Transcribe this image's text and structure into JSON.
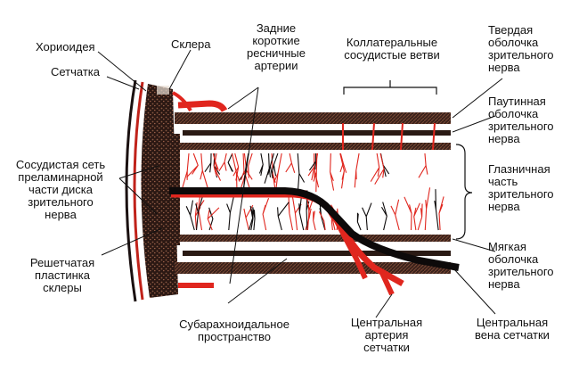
{
  "labels": {
    "choroid": "Хориоидея",
    "sclera": "Склера",
    "posterior_ciliary": "Задние\nкороткие\nресничные\nартерии",
    "collateral": "Коллатеральные\nсосудистые ветви",
    "dura": "Твердая\nоболочка\nзрительного\nнерва",
    "retina": "Сетчатка",
    "arachnoid": "Паутинная\nоболочка\nзрительного\nнерва",
    "prelaminar": "Сосудистая сеть\nпреламинарной\nчасти диска\nзрительного\nнерва",
    "orbital": "Глазничная\nчасть\nзрительного\nнерва",
    "lamina": "Решетчатая\nпластинка\nсклеры",
    "pia": "Мягкая\nоболочка\nзрительного\nнерва",
    "subarachnoid": "Субарахноидальное\nпространство",
    "central_artery": "Центральная\nартерия\nсетчатки",
    "central_vein": "Центральная\nвена сетчатки"
  },
  "colors": {
    "sheath": "#2a1a14",
    "sheath_hatch": "#6b3a2a",
    "artery": "#e0261e",
    "vein": "#0d0a0a",
    "sclera": "#c9b6a4",
    "nerve_bg": "#ffffff"
  }
}
